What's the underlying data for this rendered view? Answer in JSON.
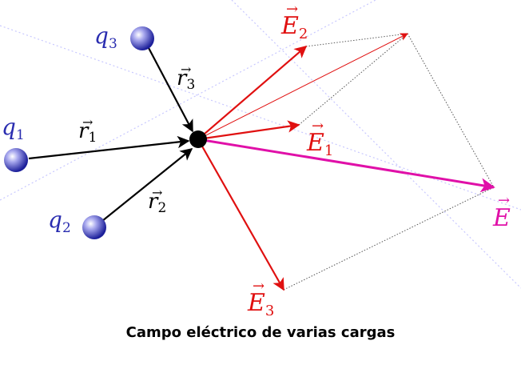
{
  "caption": "Campo eléctrico de varias cargas",
  "colors": {
    "charge": "#2a2db0",
    "position_vector": "#000000",
    "field_component": "#e01010",
    "resultant": "#e010a8",
    "guide": "#555555"
  },
  "charges": [
    {
      "symbol": "q",
      "sub": "1"
    },
    {
      "symbol": "q",
      "sub": "2"
    },
    {
      "symbol": "q",
      "sub": "3"
    }
  ],
  "position_vectors": [
    {
      "symbol": "r",
      "arrow": "→",
      "sub": "1"
    },
    {
      "symbol": "r",
      "arrow": "→",
      "sub": "2"
    },
    {
      "symbol": "r",
      "arrow": "→",
      "sub": "3"
    }
  ],
  "fields": [
    {
      "symbol": "E",
      "arrow": "→",
      "sub": "1"
    },
    {
      "symbol": "E",
      "arrow": "→",
      "sub": "2"
    },
    {
      "symbol": "E",
      "arrow": "→",
      "sub": "3"
    }
  ],
  "resultant": {
    "symbol": "E",
    "arrow": "→"
  }
}
